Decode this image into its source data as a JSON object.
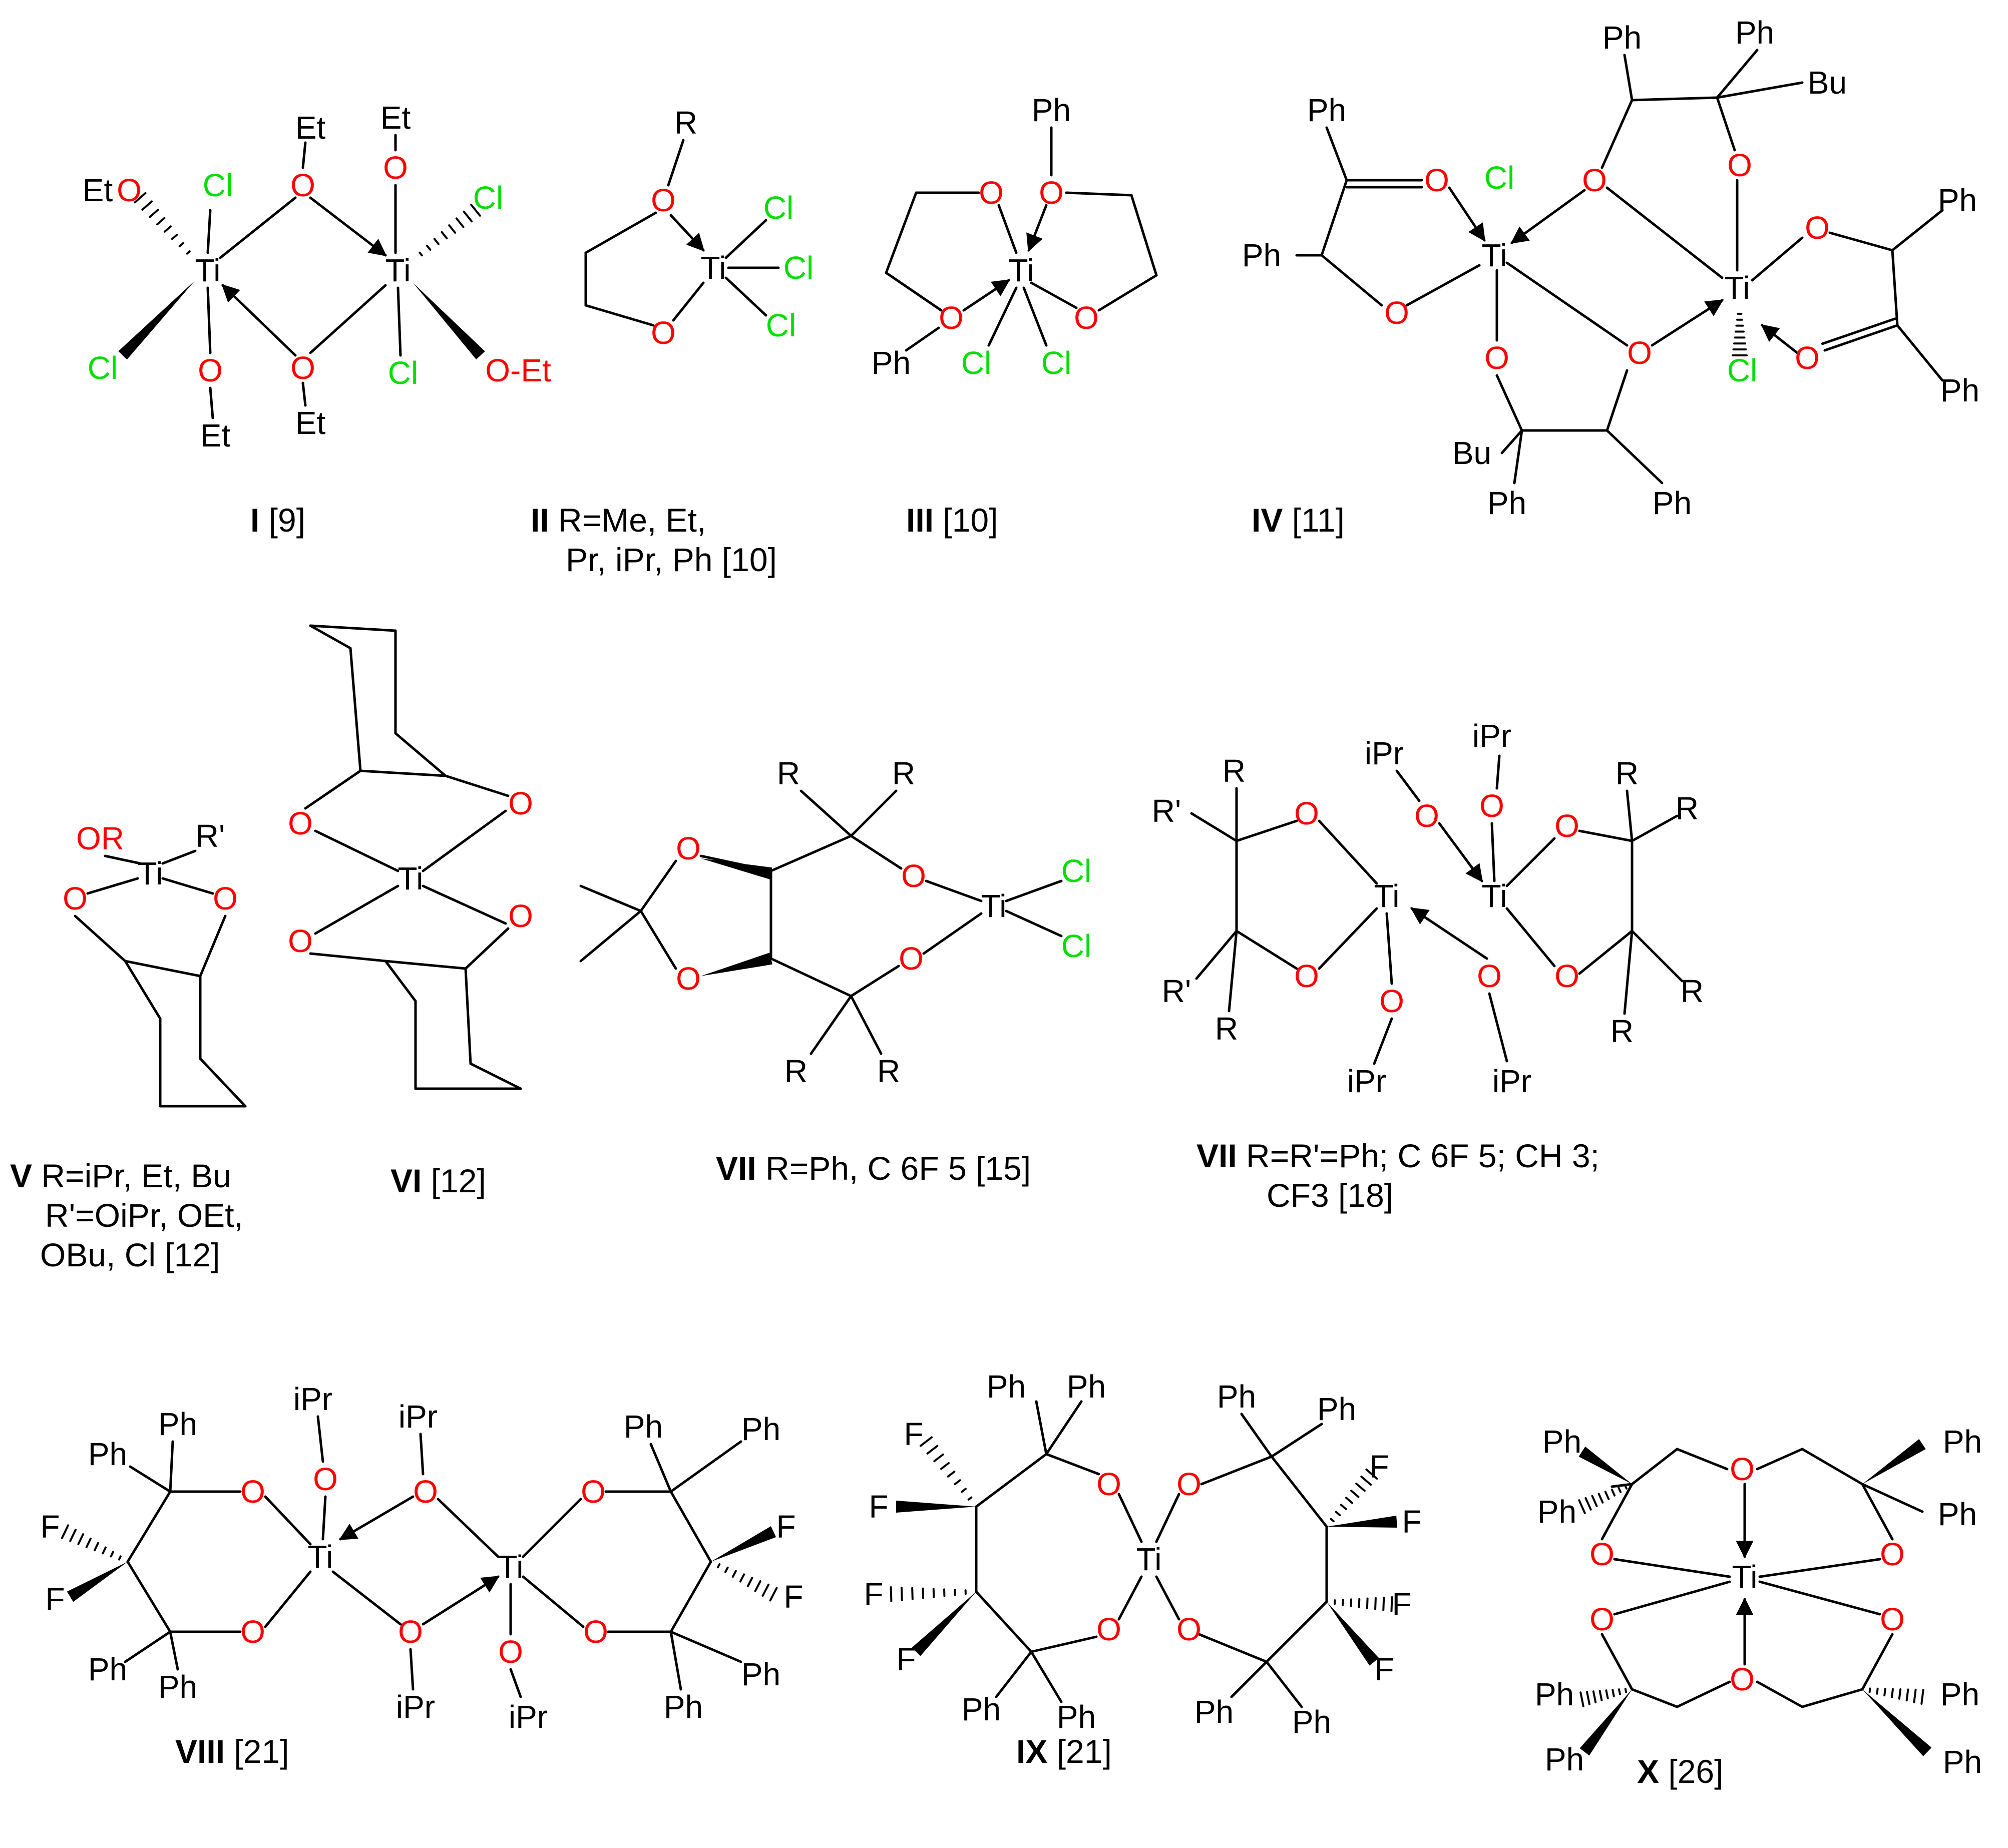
{
  "colors": {
    "oxygen": "#ff0000",
    "chlorine": "#00e000",
    "bond": "#000000",
    "fluorine": "#000000"
  },
  "atoms": {
    "ti": "Ti",
    "o": "O",
    "cl": "Cl",
    "f": "F",
    "ph": "Ph",
    "et": "Et",
    "bu": "Bu",
    "ipr": "iPr",
    "r": "R",
    "r_prime": "R'",
    "or": "OR",
    "o_et": "O-Et"
  },
  "captions": {
    "I": {
      "num": "I",
      "ref": " [9]"
    },
    "II": {
      "num": "II",
      "line1": "  R=Me, Et,",
      "line2": "Pr, iPr, Ph [10]"
    },
    "III": {
      "num": "III",
      "ref": " [10]"
    },
    "IV": {
      "num": "IV",
      "ref": " [11]"
    },
    "V": {
      "num": "V",
      "line1": " R=iPr, Et, Bu",
      "line2": "R'=OiPr, OEt,",
      "line3": "OBu, Cl [12]"
    },
    "VI": {
      "num": "VI",
      "ref": " [12]"
    },
    "VIIa": {
      "num": "VII",
      "text": "  R=Ph, C 6F 5 [15]"
    },
    "VIIb": {
      "num": "VII",
      "line1": "  R=R'=Ph; C 6F 5; CH 3;",
      "line2": "CF3 [18]"
    },
    "VIII": {
      "num": "VIII",
      "ref": " [21]"
    },
    "IX": {
      "num": "IX",
      "ref": " [21]"
    },
    "X": {
      "num": "X",
      "ref": " [26]"
    }
  }
}
